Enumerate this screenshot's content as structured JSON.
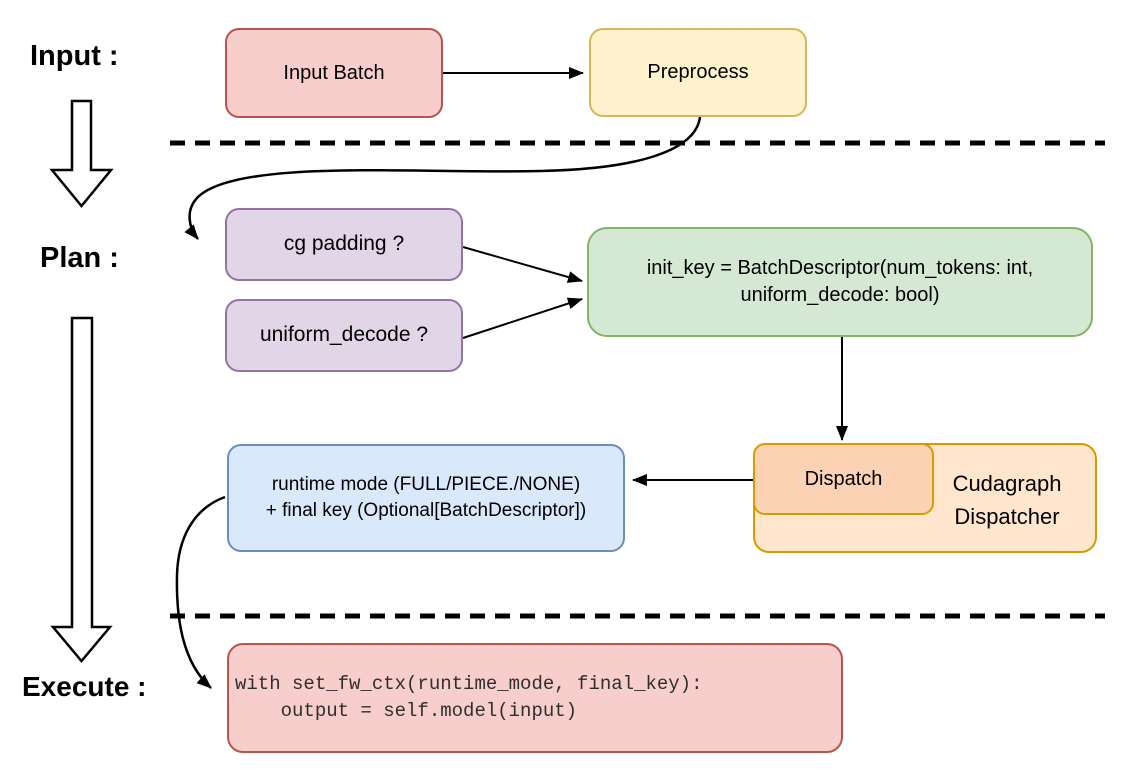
{
  "diagram": {
    "title_context": "cudagraph dispatch flow",
    "phases": {
      "input_label": "Input :",
      "plan_label": "Plan :",
      "execute_label": "Execute :"
    },
    "nodes": {
      "input_batch": {
        "label": "Input Batch"
      },
      "preprocess": {
        "label": "Preprocess"
      },
      "cg_padding": {
        "label": "cg padding ?"
      },
      "uniform_decode": {
        "label": "uniform_decode ?"
      },
      "init_key": {
        "line1": "init_key = BatchDescriptor(num_tokens: int,",
        "line2": "uniform_decode: bool)"
      },
      "runtime_mode": {
        "line1": "runtime mode (FULL/PIECE./NONE)",
        "line2": "+ final key (Optional[BatchDescriptor])"
      },
      "dispatch": {
        "label": "Dispatch"
      },
      "cudagraph_dispatcher": {
        "line1": "Cudagraph",
        "line2": "Dispatcher"
      },
      "execute_code": {
        "line1": "with set_fw_ctx(runtime_mode, final_key):",
        "line2": "    output = self.model(input)"
      }
    },
    "edges": [
      {
        "from": "input_batch",
        "to": "preprocess",
        "style": "straight-arrow"
      },
      {
        "from": "preprocess",
        "to": "cg_padding",
        "style": "curved-arrow"
      },
      {
        "from": "cg_padding",
        "to": "init_key",
        "style": "straight-arrow"
      },
      {
        "from": "uniform_decode",
        "to": "init_key",
        "style": "straight-arrow"
      },
      {
        "from": "init_key",
        "to": "dispatch",
        "style": "straight-arrow"
      },
      {
        "from": "dispatch",
        "to": "runtime_mode",
        "style": "straight-arrow"
      },
      {
        "from": "runtime_mode",
        "to": "execute_code",
        "style": "curved-arrow"
      }
    ],
    "separators": [
      {
        "between": "input/plan",
        "style": "dashed"
      },
      {
        "between": "plan/execute",
        "style": "dashed"
      }
    ],
    "colors": {
      "red_fill": "#f8cecc",
      "red_stroke": "#b85450",
      "yellow_fill": "#fff2cc",
      "yellow_stroke": "#d6b656",
      "purple_fill": "#e1d5e7",
      "purple_stroke": "#9673a6",
      "green_fill": "#d5e8d4",
      "green_stroke": "#82b366",
      "blue_fill": "#dae8fc",
      "blue_stroke": "#6c8ebf",
      "orange_outer_fill": "#ffe6cc",
      "orange_inner_fill": "#fcd2b4",
      "orange_stroke": "#d79b00",
      "line_color": "#000000",
      "text_color": "#000000"
    }
  }
}
